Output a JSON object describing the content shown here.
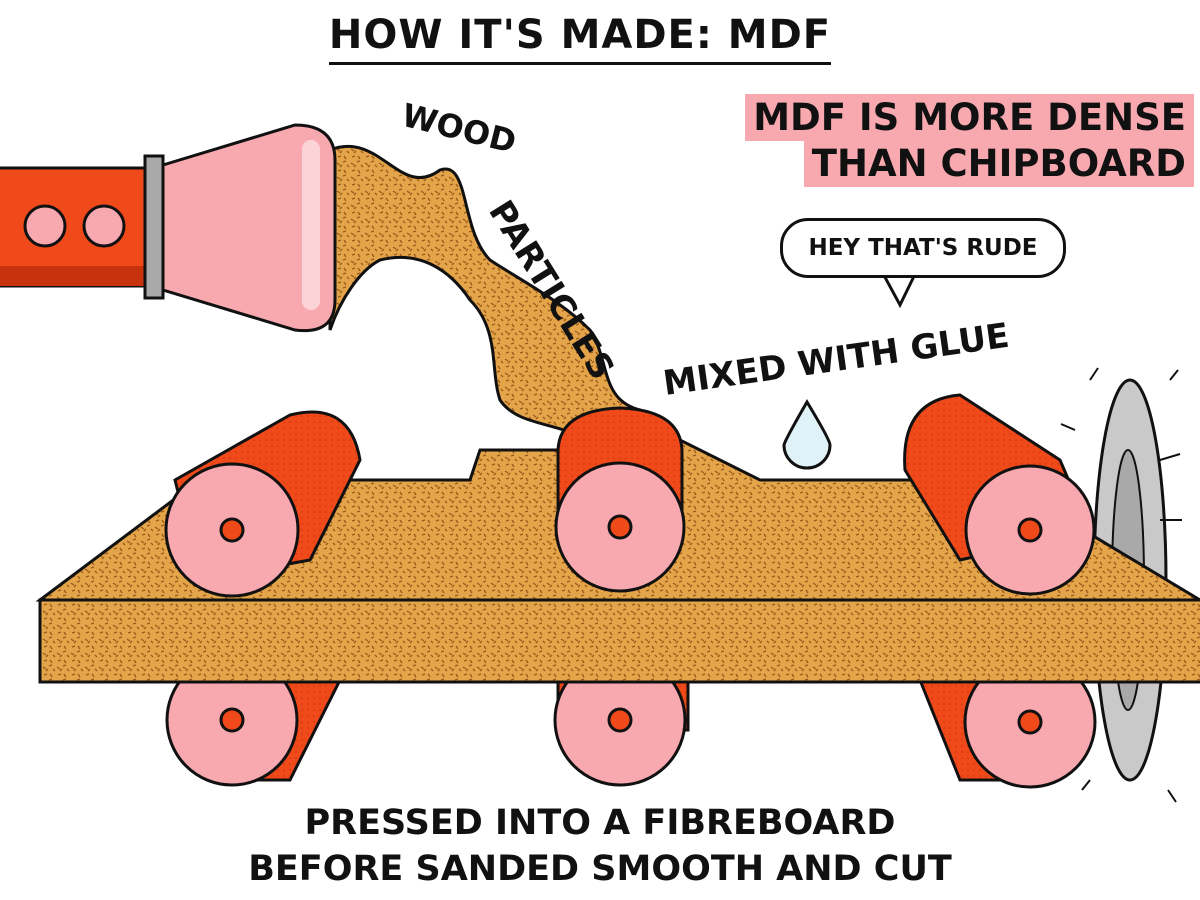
{
  "title": "HOW IT'S MADE: MDF",
  "labels": {
    "wood": "WOOD",
    "particles": "PARTICLES",
    "mixed": "MIXED WITH GLUE"
  },
  "note": {
    "line1": "MDF IS MORE DENSE",
    "line2": "THAN CHIPBOARD"
  },
  "speech": "HEY THAT'S RUDE",
  "caption": {
    "line1": "PRESSED INTO A FIBREBOARD",
    "line2": "BEFORE SANDED SMOOTH AND CUT"
  },
  "icons": {
    "hopper": "pipe-nozzle-icon",
    "drop": "glue-drop-icon",
    "saw": "circular-saw-icon",
    "roller": "roller-icon"
  },
  "colors": {
    "board": "#e3a44a",
    "roller_body": "#f04a1a",
    "roller_face": "#f8a9b0",
    "note_bg": "#f8a9b0",
    "pipe": "#f04a1a",
    "glue": "#dff2f7"
  }
}
